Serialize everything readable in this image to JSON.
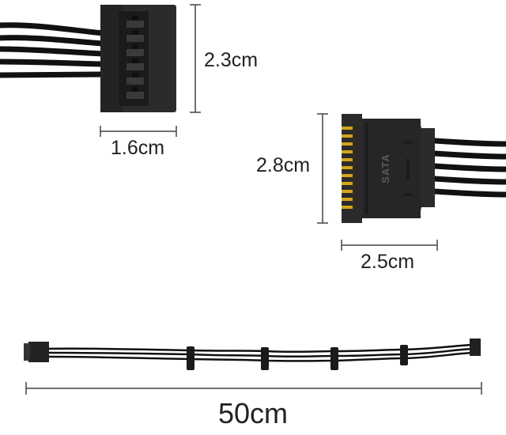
{
  "dimensions": {
    "female_height": "2.3cm",
    "female_width": "1.6cm",
    "male_height": "2.8cm",
    "male_width": "2.5cm",
    "cable_length": "50cm"
  },
  "connector_marking": "SATA",
  "colors": {
    "connector": "#2b2b2b",
    "connector_dark": "#1a1a1a",
    "cable": "#111111",
    "gold_pins": "#d4a51c",
    "dimension_line": "#444444"
  }
}
